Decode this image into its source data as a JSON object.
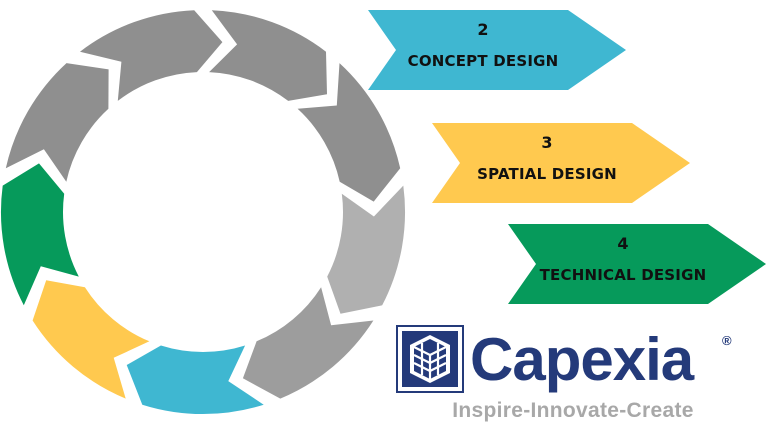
{
  "colors": {
    "gray_dark": "#8f8f8f",
    "gray_mid": "#9d9d9d",
    "gray_light": "#b0b0b0",
    "blue": "#3fb7d1",
    "yellow": "#ffc94f",
    "green": "#069a5b",
    "brand_navy": "#243a7a",
    "tagline_gray": "#a8a8a8"
  },
  "stages": [
    {
      "number": "2",
      "label": "CONCEPT DESIGN",
      "color": "#3fb7d1"
    },
    {
      "number": "3",
      "label": "SPATIAL DESIGN",
      "color": "#ffc94f"
    },
    {
      "number": "4",
      "label": "TECHNICAL DESIGN",
      "color": "#069a5b"
    }
  ],
  "logo": {
    "wordmark": "Capexia",
    "registered": "®",
    "tagline": "Inspire-Innovate-Create"
  }
}
